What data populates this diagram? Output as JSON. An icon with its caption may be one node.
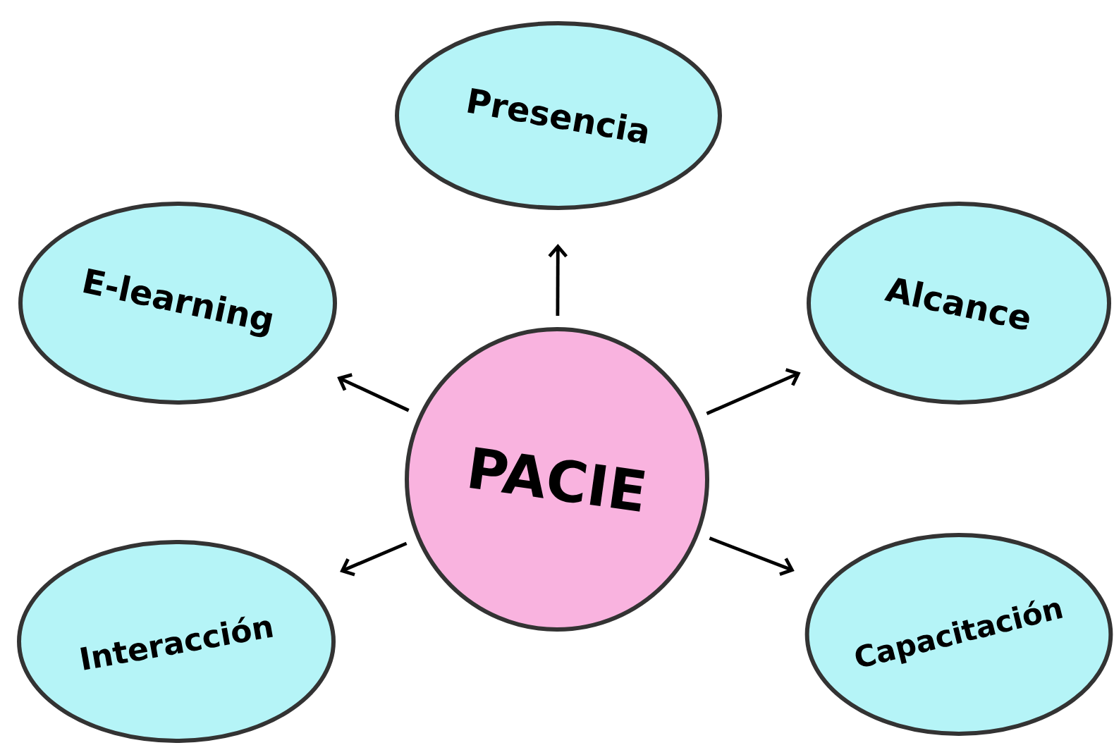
{
  "diagram": {
    "nodes": [
      {
        "text": [
          "PACIE"
        ]
      },
      {
        "text": [
          "Presencia"
        ]
      },
      {
        "text": [
          "E-learning"
        ]
      },
      {
        "text": [
          "Alcance"
        ]
      },
      {
        "text": [
          "Interacción"
        ]
      },
      {
        "text": [
          "Capacitación"
        ]
      }
    ],
    "edges": [
      {
        "from": 0,
        "to": 1,
        "arrow": "to"
      },
      {
        "from": 0,
        "to": 2,
        "arrow": "to"
      },
      {
        "from": 0,
        "to": 3,
        "arrow": "to"
      },
      {
        "from": 0,
        "to": 4,
        "arrow": "to"
      },
      {
        "from": 0,
        "to": 5,
        "arrow": "to"
      }
    ]
  }
}
